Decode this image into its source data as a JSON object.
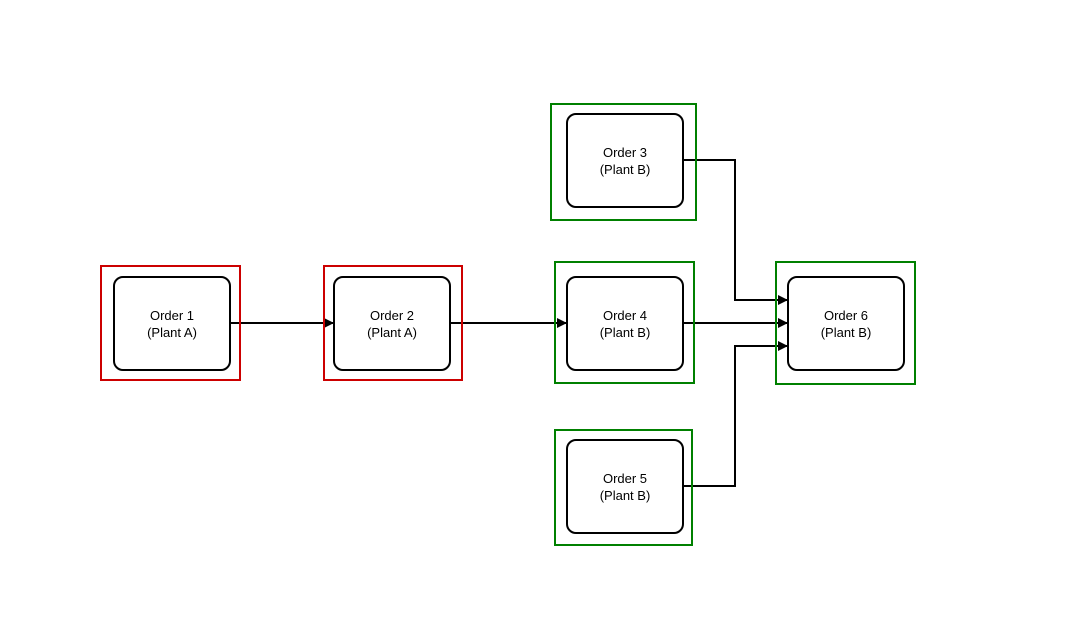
{
  "colors": {
    "plant_a_frame": "#cc0000",
    "plant_b_frame": "#008000",
    "node_border": "#000000",
    "edge": "#000000",
    "background": "#ffffff"
  },
  "nodes": [
    {
      "id": "order-1",
      "title": "Order 1",
      "plant": "(Plant A)",
      "group": "plant_a"
    },
    {
      "id": "order-2",
      "title": "Order 2",
      "plant": "(Plant A)",
      "group": "plant_a"
    },
    {
      "id": "order-3",
      "title": "Order 3",
      "plant": "(Plant B)",
      "group": "plant_b"
    },
    {
      "id": "order-4",
      "title": "Order 4",
      "plant": "(Plant B)",
      "group": "plant_b"
    },
    {
      "id": "order-5",
      "title": "Order 5",
      "plant": "(Plant B)",
      "group": "plant_b"
    },
    {
      "id": "order-6",
      "title": "Order 6",
      "plant": "(Plant B)",
      "group": "plant_b"
    }
  ],
  "edges": [
    {
      "from": "order-1",
      "to": "order-2"
    },
    {
      "from": "order-2",
      "to": "order-4"
    },
    {
      "from": "order-3",
      "to": "order-6"
    },
    {
      "from": "order-4",
      "to": "order-6"
    },
    {
      "from": "order-5",
      "to": "order-6"
    }
  ]
}
